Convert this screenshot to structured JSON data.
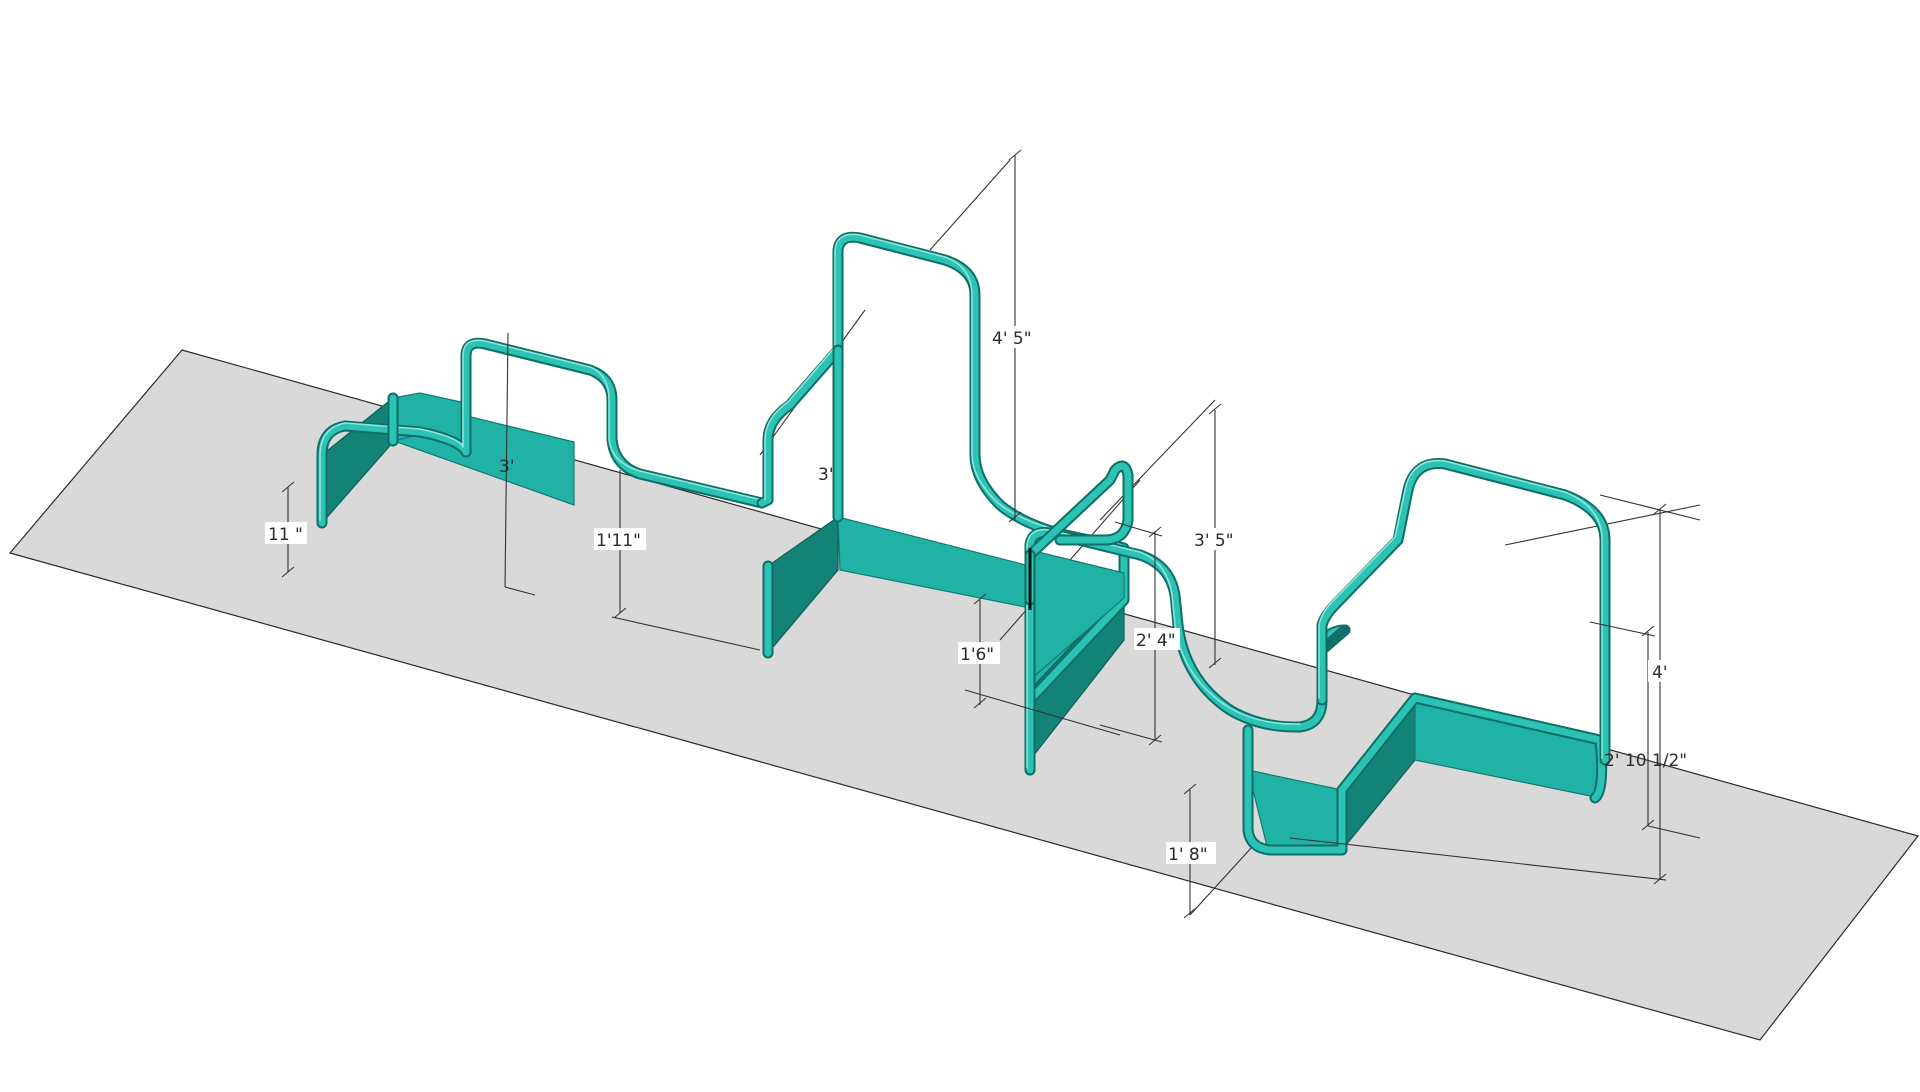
{
  "colors": {
    "tube": "#2cc2b4",
    "panel": "#20b2a5",
    "panel_shadow": "#148377",
    "ground": "#d9d9d9",
    "dimension_line": "#333333"
  },
  "dimensions": [
    {
      "id": "height-first-bench",
      "label": "11 \""
    },
    {
      "id": "height-first-frame",
      "label": "3'"
    },
    {
      "id": "height-low-rail",
      "label": "1'11\""
    },
    {
      "id": "height-tall-frame",
      "label": "3'"
    },
    {
      "id": "height-tall-top",
      "label": "4' 5\""
    },
    {
      "id": "height-middle-bench",
      "label": "1'6\""
    },
    {
      "id": "height-middle-frame",
      "label": "2' 4\""
    },
    {
      "id": "height-upper-rail",
      "label": "3' 5\""
    },
    {
      "id": "height-right-top",
      "label": "4'"
    },
    {
      "id": "height-right-panel",
      "label": "2' 10 1/2\""
    },
    {
      "id": "height-right-bench",
      "label": "1' 8\""
    }
  ]
}
